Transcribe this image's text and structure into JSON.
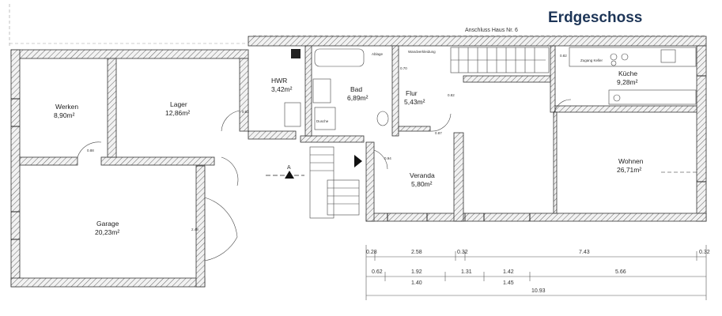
{
  "title": "Erdgeschoss",
  "adjacent_label": "Anschluss Haus Nr. 6",
  "section_marker": "A",
  "rooms": {
    "werken": {
      "name": "Werken",
      "area": "8,90m²"
    },
    "lager": {
      "name": "Lager",
      "area": "12,86m²"
    },
    "hwr": {
      "name": "HWR",
      "area": "3,42m²"
    },
    "bad": {
      "name": "Bad",
      "area": "6,89m²"
    },
    "flur": {
      "name": "Flur",
      "area": "5,43m²"
    },
    "kueche": {
      "name": "Küche",
      "area": "9,28m²"
    },
    "wohnen": {
      "name": "Wohnen",
      "area": "26,71m²"
    },
    "veranda": {
      "name": "Veranda",
      "area": "5,80m²"
    },
    "garage": {
      "name": "Garage",
      "area": "20,23m²"
    }
  },
  "fixtures": {
    "ablage": "Ablage",
    "dusche": "Dusche",
    "wandverkleidung": "Wandverkleidung",
    "zugang_keller": "Zugang Keller"
  },
  "door_labels": {
    "lager_door": "0.82",
    "werken_door": "0.88",
    "garage_door": "2.48",
    "bad_door": "0.70",
    "flur_door": "0.82",
    "kueche_door": "0.82",
    "veranda_door": "0.94",
    "veranda_left": "0.87"
  },
  "dimensions": {
    "row1": [
      "0.28",
      "2.58",
      "0.32",
      "7.43",
      "0.32"
    ],
    "row2": [
      "0.62",
      "1.92",
      "1.31",
      "1.42",
      "5.66"
    ],
    "row3": [
      "1.40",
      "1.45"
    ],
    "total": "10.93"
  }
}
